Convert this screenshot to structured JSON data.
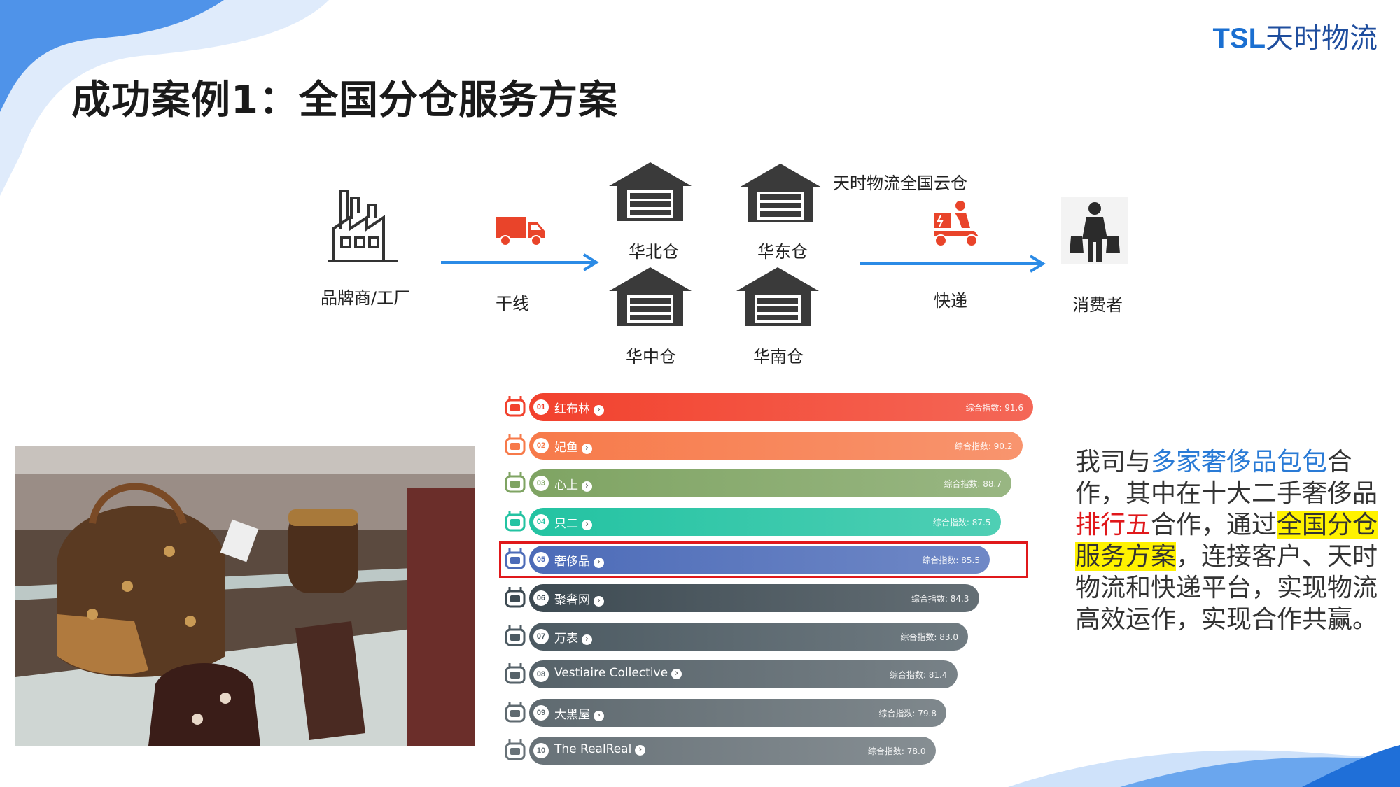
{
  "logo": {
    "brand_latin": "TSL",
    "brand_cn": "天时物流"
  },
  "title": "成功案例1：全国分仓服务方案",
  "flow": {
    "source_label": "品牌商/工厂",
    "trunk_label": "干线",
    "cloud_label": "天时物流全国云仓",
    "warehouses": [
      "华北仓",
      "华东仓",
      "华中仓",
      "华南仓"
    ],
    "express_label": "快递",
    "consumer_label": "消费者"
  },
  "ranking": {
    "score_prefix": "综合指数: ",
    "items": [
      {
        "rank": "01",
        "name": "红布林",
        "score": "91.6",
        "color": "#f2412d"
      },
      {
        "rank": "02",
        "name": "妃鱼",
        "score": "90.2",
        "color": "#f77a4a"
      },
      {
        "rank": "03",
        "name": "心上",
        "score": "88.7",
        "color": "#7fa463"
      },
      {
        "rank": "04",
        "name": "只二",
        "score": "87.5",
        "color": "#23c3a2"
      },
      {
        "rank": "05",
        "name": "奢侈品",
        "score": "85.5",
        "color": "#4c6bb8"
      },
      {
        "rank": "06",
        "name": "聚奢网",
        "score": "84.3",
        "color": "#3d4a52"
      },
      {
        "rank": "07",
        "name": "万表",
        "score": "83.0",
        "color": "#4c5a62"
      },
      {
        "rank": "08",
        "name": "Vestiaire Collective",
        "score": "81.4",
        "color": "#566269"
      },
      {
        "rank": "09",
        "name": "大黑屋",
        "score": "79.8",
        "color": "#5f6a70"
      },
      {
        "rank": "10",
        "name": "The RealReal",
        "score": "78.0",
        "color": "#687278"
      }
    ]
  },
  "description": {
    "p1": "我司与",
    "p2": "多家奢侈品包包",
    "p3": "合作，其中在十大二手奢侈品",
    "p4": "排行五",
    "p5": "合作，通过",
    "p6": "全国分仓服务方案",
    "p7": "，连接客户、天时物流和快递平台，实现物流高效运作，实现合作共赢。"
  }
}
